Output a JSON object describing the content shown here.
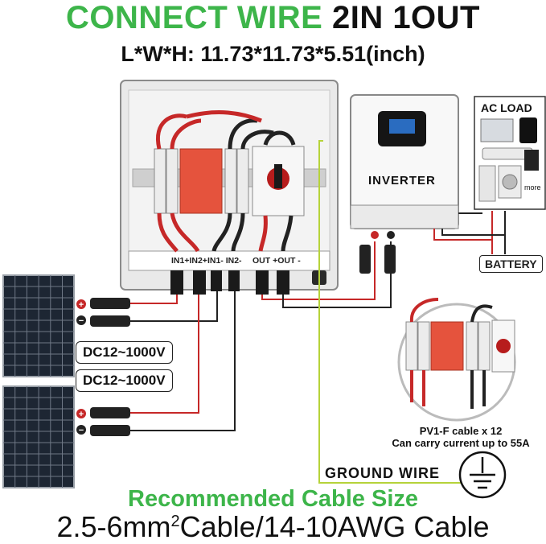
{
  "header": {
    "title_green": "CONNECT WIRE",
    "title_black": "2IN 1OUT",
    "dimensions": "L*W*H: 11.73*11.73*5.51(inch)"
  },
  "labels": {
    "inverter": "INVERTER",
    "ac_load": "AC LOAD",
    "battery": "BATTERY",
    "ac_more": "more",
    "terminals_in": "IN1+IN2+IN1- IN2-",
    "terminals_out": "OUT +OUT -",
    "dc_voltage_1": "DC12~1000V",
    "dc_voltage_2": "DC12~1000V",
    "pv_cable_line1": "PV1-F cable x 12",
    "pv_cable_line2": "Can carry current up to 55A",
    "ground_wire": "GROUND WIRE",
    "recommended": "Recommended Cable Size",
    "cable_pre": "2.5-6mm",
    "cable_sup": "2",
    "cable_post": "Cable/14-10AWG Cable"
  },
  "colors": {
    "green": "#3db54a",
    "red_wire": "#c62828",
    "black_wire": "#222222",
    "ground_wire": "#b6d33a",
    "breaker_red": "#e5533d"
  }
}
